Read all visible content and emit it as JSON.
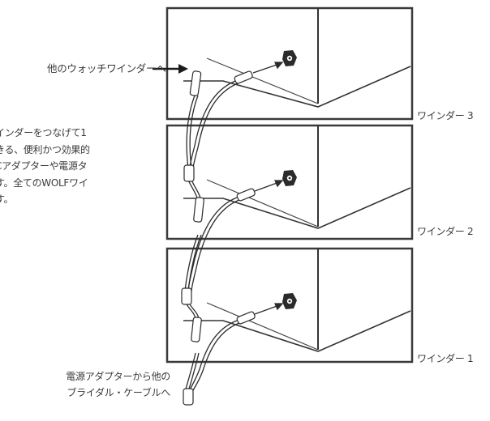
{
  "labels": {
    "to_other_winder": "他のウォッチワインダーへ",
    "winder_3": "ワインダー 3",
    "winder_2": "ワインダー 2",
    "winder_1": "ワインダー 1",
    "side_note_lines": [
      "インダーをつなげて1",
      "きる、便利かつ効果的",
      "Cアダプターや電源タ",
      "す。全てのWOLFワイ",
      "す。"
    ],
    "bottom_note_lines": [
      "電源アダプターから他の",
      "ブライダル・ケーブルへ"
    ]
  },
  "colors": {
    "line": "#2b2b2b",
    "panel_border": "#3a3a3a",
    "background": "#ffffff"
  },
  "icons": {
    "connector_jack": "hex-nut-jack-icon",
    "plug": "cable-plug-icon",
    "arrow": "right-arrow-icon"
  }
}
